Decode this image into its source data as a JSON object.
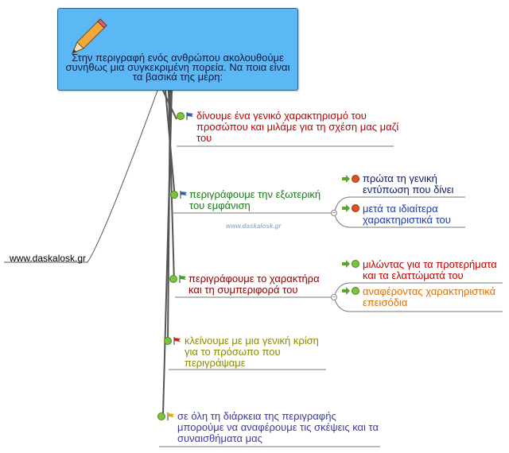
{
  "central": {
    "text": "Στην περιγραφή ενός ανθρώπου ακολουθούμε συνήθως μια συγκεκριμένη πορεία. Να ποια είναι τα βασικά της μέρη:",
    "icon": "pencil-icon",
    "color": "#5bb8f5"
  },
  "left_label": "www.daskalosk.gr",
  "watermark": "www.daskalosk.gr",
  "branches": [
    {
      "text": "δίνουμε ένα γενικό χαρακτηρισμό του προσώπου και μιλάμε για τη σχέση μας μαζί του",
      "color": "#c00000",
      "flag": "blue-flag-icon"
    },
    {
      "text": "περιγράφουμε την εξωτερική του εμφάνιση",
      "color": "#1a7a1a",
      "flag": "blue-flag-icon",
      "children": [
        {
          "text": "πρώτα τη γενική εντύπωση που δίνει",
          "color": "#0b1a80",
          "dot": "#e05020"
        },
        {
          "text": "μετά τα ιδιαίτερα χαρακτηριστικά του",
          "color": "#1a3ab0",
          "dot": "#e05020"
        }
      ]
    },
    {
      "text": "περιγράφουμε το χαρακτήρα και τη συμπεριφορά του",
      "color": "#8b0000",
      "flag": "green-flag-icon",
      "children": [
        {
          "text": "μιλώντας για τα προτερήματα και τα ελαττώματά του",
          "color": "#c00000",
          "dot": "#7cc23c"
        },
        {
          "text": "αναφέροντας χαρακτηριστικά επεισόδια",
          "color": "#e07000",
          "dot": "#7cc23c"
        }
      ]
    },
    {
      "text": "κλείνουμε με μια γενική κρίση για το πρόσωπο που περιγράψαμε",
      "color": "#8a8a00",
      "flag": "red-flag-icon"
    },
    {
      "text": "σε όλη τη διάρκεια της περιγραφής μπορούμε να αναφέρουμε τις σκέψεις και τα συναισθήματα μας",
      "color": "#3a3aa0",
      "flag": "yellow-flag-icon"
    }
  ]
}
